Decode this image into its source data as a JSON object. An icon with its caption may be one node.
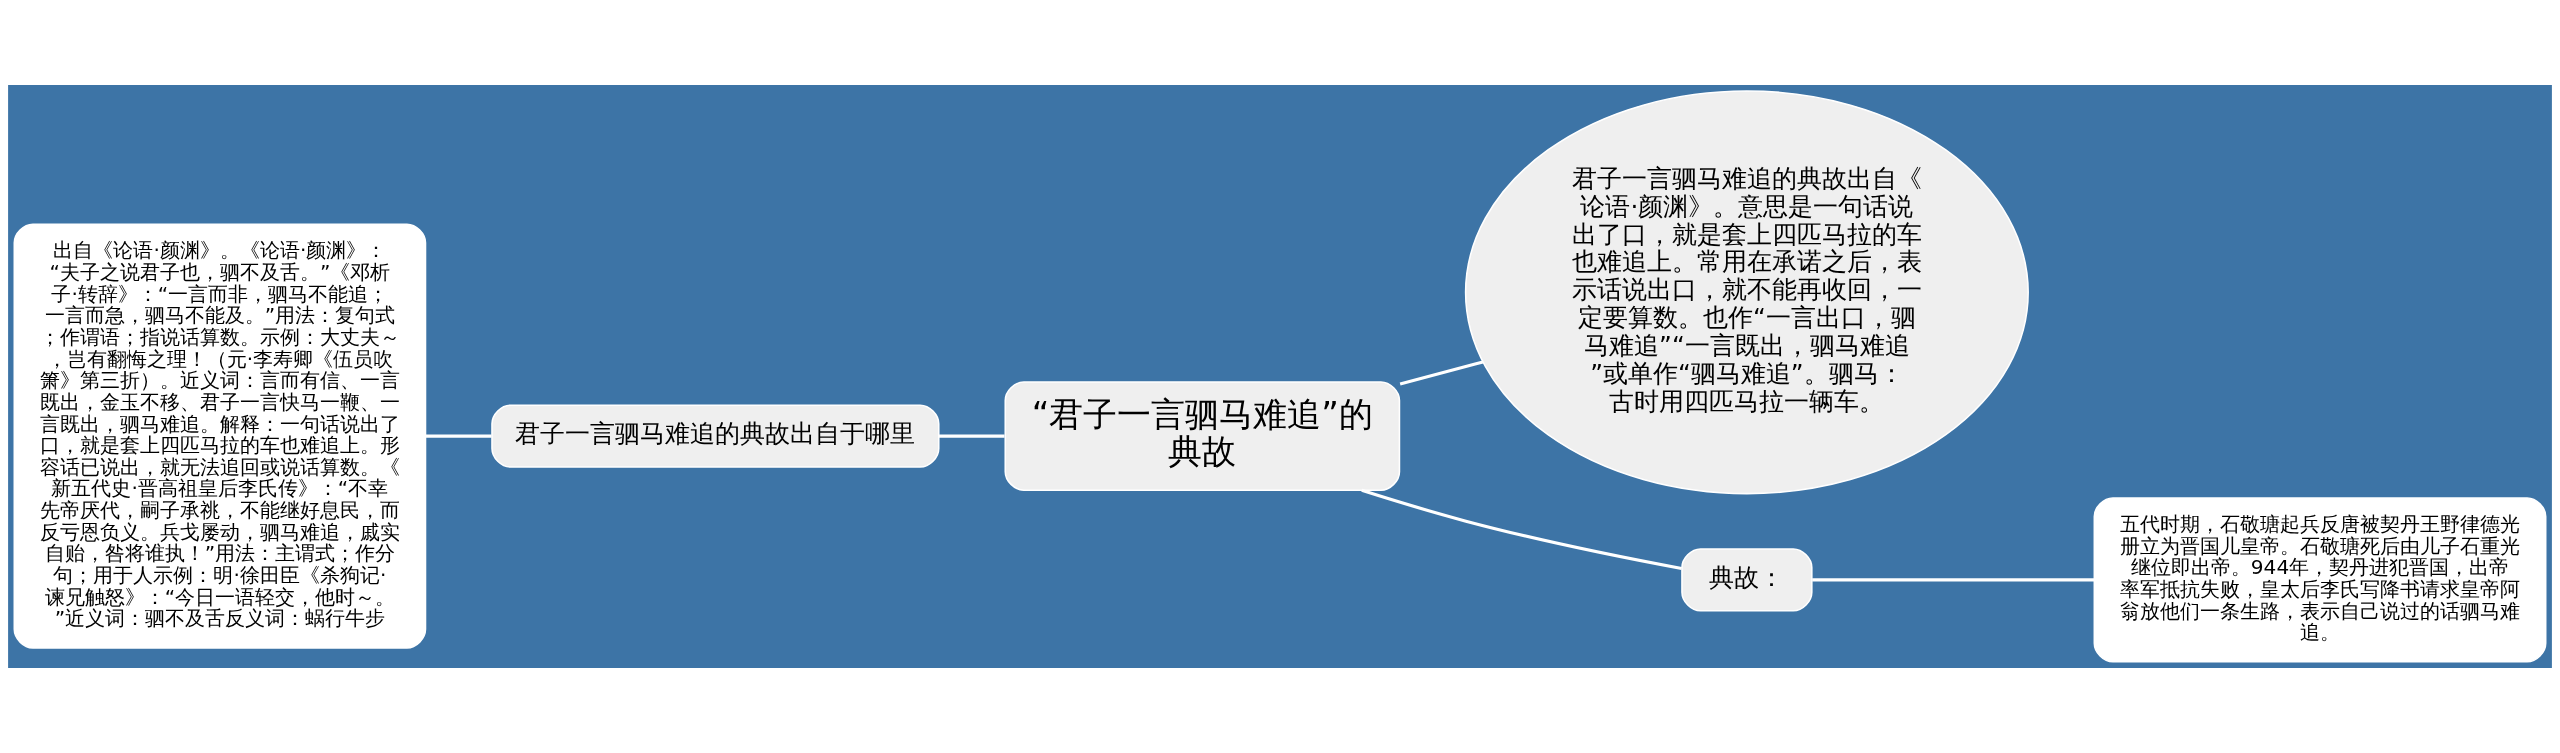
{
  "diagram": {
    "nodes": [
      {
        "text": [
          "“君子一言驷马难追”的典故"
        ]
      },
      {
        "text": [
          "君子一言驷马难追的典故出自于哪里"
        ]
      },
      {
        "text": [
          "出自《论语·颜渊》。《论语·颜渊》：“夫子之说君子也，驷不及舌。”《邓析子·转辞》：“一言而非，驷马不能追；一言而急，驷马不能及。”用法：复句式；作谓语；指说话算数。示例：大丈夫～，岂有翻悔之理！（元·李寿卿《伍员吹箫》第三折）。近义词：言而有信、一言既出，金玉不移、君子一言快马一鞭、一言既出，驷马难追。解释：一句话说出了口，就是套上四匹马拉的车也难追上。形容话已说出，就无法追回或说话算数。《新五代史·晋高祖皇后李氏传》：“不幸先帝厌代，嗣子承祧，不能继好息民，而反亏恩负义。兵戈屡动，驷马难追，戚实自贻，咎将谁执！”用法：主谓式；作分句；用于人示例：明·徐田臣《杀狗记·谏兄触怒》：“今日一语轻交，他时～。”近义词：驷不及舌反义词：蜗行牛步"
        ]
      },
      {
        "text": [
          "君子一言驷马难追的典故出自《论语·颜渊》。意思是一句话说出了口，就是套上四匹马拉的车也难追上。常用在承诺之后，表示话说出口，就不能再收回，一定要算数。也作“一言出口，驷马难追”“一言既出，驷马难追”或单作“驷马难追”。驷马：古时用四匹马拉一辆车。"
        ]
      },
      {
        "text": [
          "典故："
        ]
      },
      {
        "text": [
          "五代时期，石敬瑭起兵反唐被契丹王野律德光册立为晋国儿皇帝。石敬瑭死后由儿子石重光继位即出帝。944年，契丹进犯晋国，出帝率军抵抗失败，皇太后李氏写降书请求皇帝阿翁放他们一条生路，表示自己说过的话驷马难追。"
        ]
      }
    ],
    "edges": [
      {
        "from": 0,
        "to": 1,
        "arrow": "none"
      },
      {
        "from": 1,
        "to": 2,
        "arrow": "none"
      },
      {
        "from": 0,
        "to": 3,
        "arrow": "none"
      },
      {
        "from": 0,
        "to": 4,
        "arrow": "none"
      },
      {
        "from": 4,
        "to": 5,
        "arrow": "none"
      }
    ]
  }
}
